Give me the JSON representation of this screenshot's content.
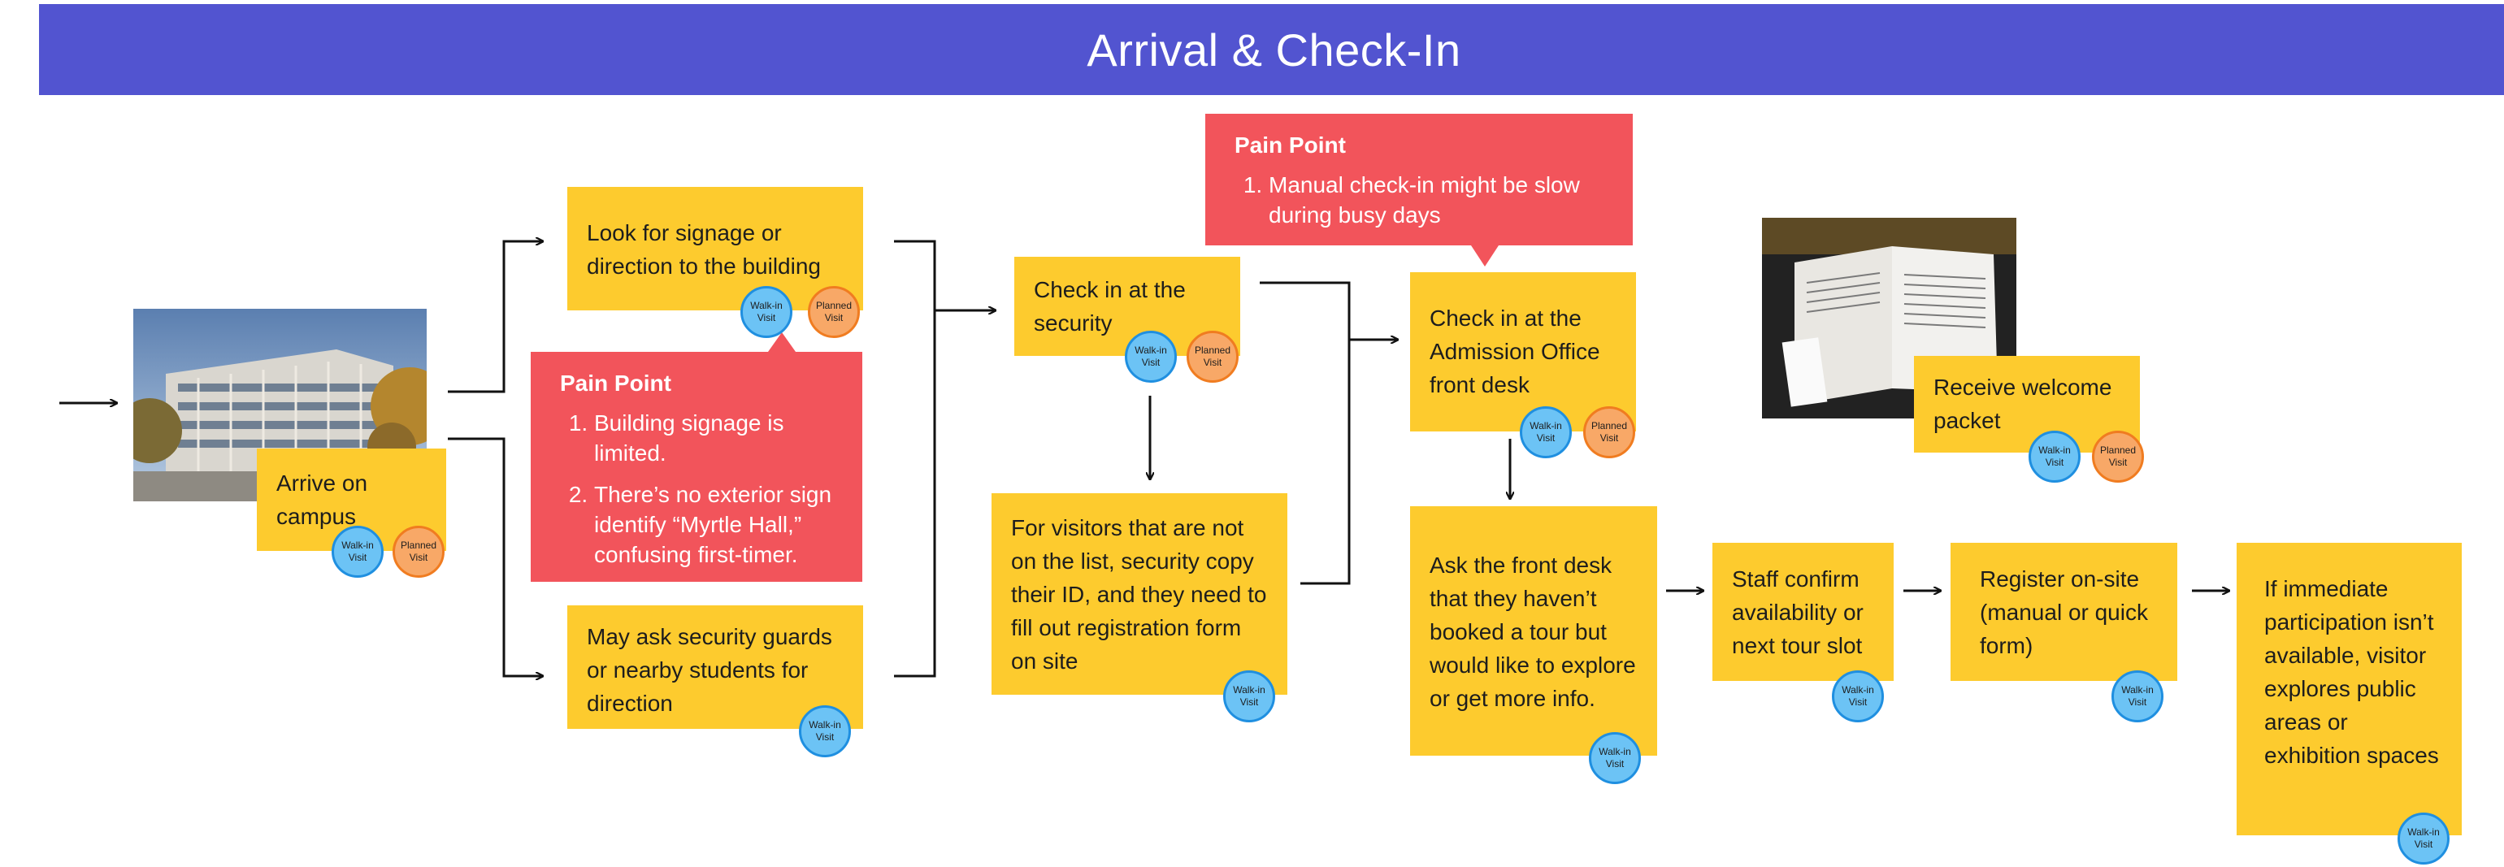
{
  "title": "Arrival & Check-In",
  "badges": {
    "walk_in": "Walk-in Visit",
    "planned": "Planned Visit"
  },
  "stickies": {
    "arrive": "Arrive on campus",
    "signage": "Look for signage or direction to the building",
    "ask": "May ask security guards or nearby students for direction",
    "security": "Check in at the security",
    "not_on_list": "For visitors that are not on the list, security copy their ID, and they need to fill out registration form on site",
    "admission": "Check in at the Admission Office front desk",
    "ask_front": "Ask the front desk that they haven’t booked a tour but would like to explore or get more info.",
    "welcome": "Receive welcome packet",
    "staff": "Staff confirm availability or next tour slot",
    "register": "Register on-site (manual or quick form)",
    "immediate": "If immediate participation isn’t available, visitor explores public areas or exhibition spaces"
  },
  "pain_points": {
    "signage": {
      "title": "Pain Point",
      "items": [
        "Building signage is limited.",
        "There’s no exterior sign identify “Myrtle Hall,” confusing first-timer."
      ]
    },
    "checkin": {
      "title": "Pain Point",
      "items": [
        "Manual check-in might be slow during busy days"
      ]
    }
  },
  "colors": {
    "header": "#5254d0",
    "sticky": "#fdcb2e",
    "pain": "#f2545b",
    "walk_in": "#6cc3f5",
    "planned": "#f8a867"
  }
}
